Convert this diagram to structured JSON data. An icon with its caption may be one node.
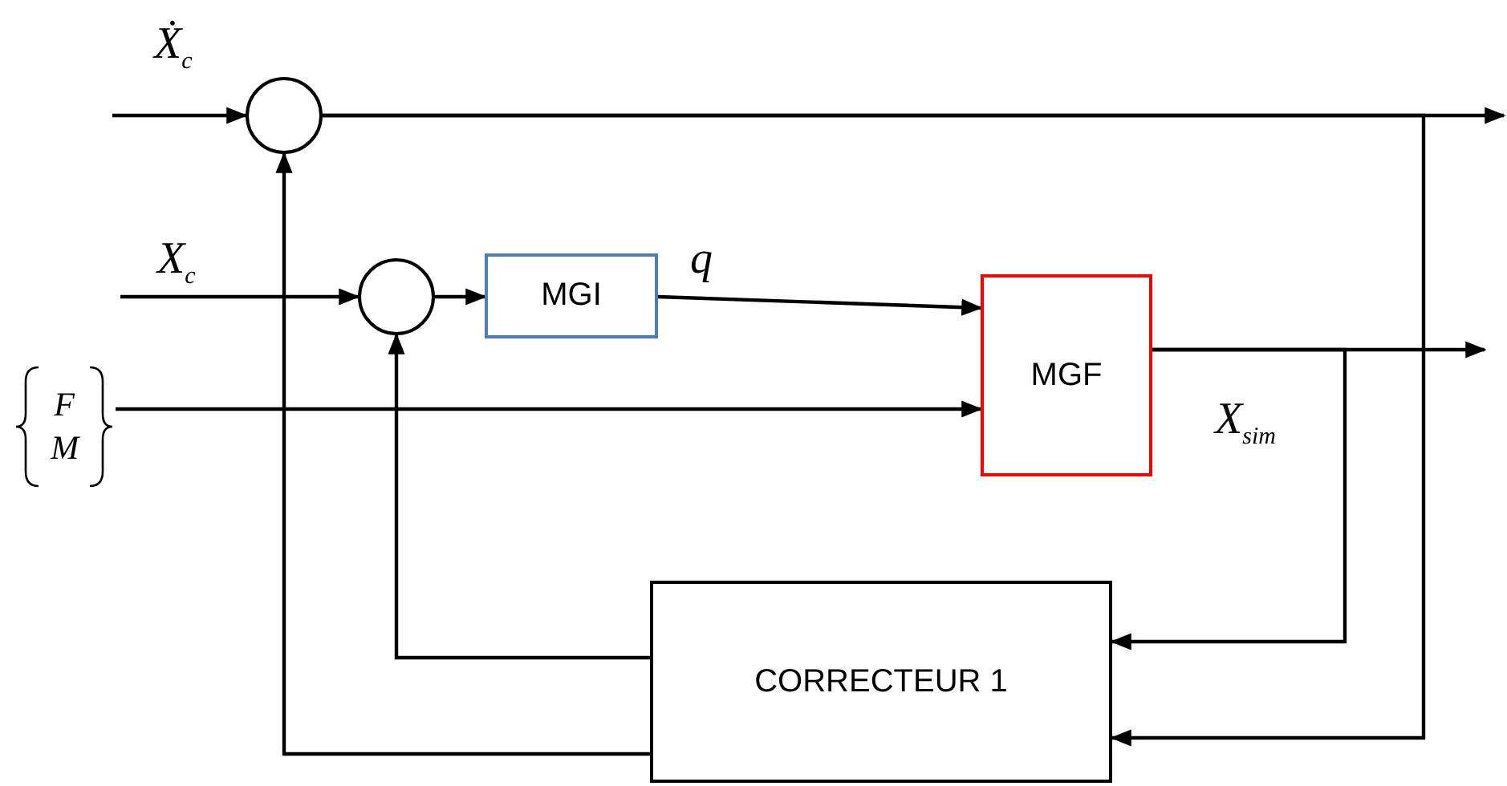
{
  "diagram": {
    "nodes": [
      {
        "text": [],
        "shape": "circle"
      },
      {
        "text": [],
        "shape": "circle"
      },
      {
        "text": [
          "MGI"
        ]
      },
      {
        "text": [
          "MGF"
        ]
      },
      {
        "text": [
          "CORRECTEUR 1"
        ]
      },
      {
        "text": [
          "F M"
        ]
      }
    ],
    "edges": [
      {
        "from": null,
        "to": 0,
        "arrow": "to",
        "label": "Ẋ$_{c}$"
      },
      {
        "from": 0,
        "to": null,
        "arrow": "to"
      },
      {
        "from": null,
        "to": 1,
        "arrow": "to",
        "label": "X$_{c}$"
      },
      {
        "from": 1,
        "to": 2,
        "arrow": "to"
      },
      {
        "from": 2,
        "to": 3,
        "arrow": "to",
        "label": "q"
      },
      {
        "from": 5,
        "to": 3,
        "arrow": "to"
      },
      {
        "from": 3,
        "to": null,
        "arrow": "to",
        "label": "X$_{sim}$"
      },
      {
        "from": 3,
        "to": 4,
        "arrow": "to"
      },
      {
        "from": 0,
        "to": 4,
        "arrow": "to"
      },
      {
        "from": 4,
        "to": 1,
        "arrow": "to"
      },
      {
        "from": 4,
        "to": 0,
        "arrow": "to"
      }
    ]
  }
}
